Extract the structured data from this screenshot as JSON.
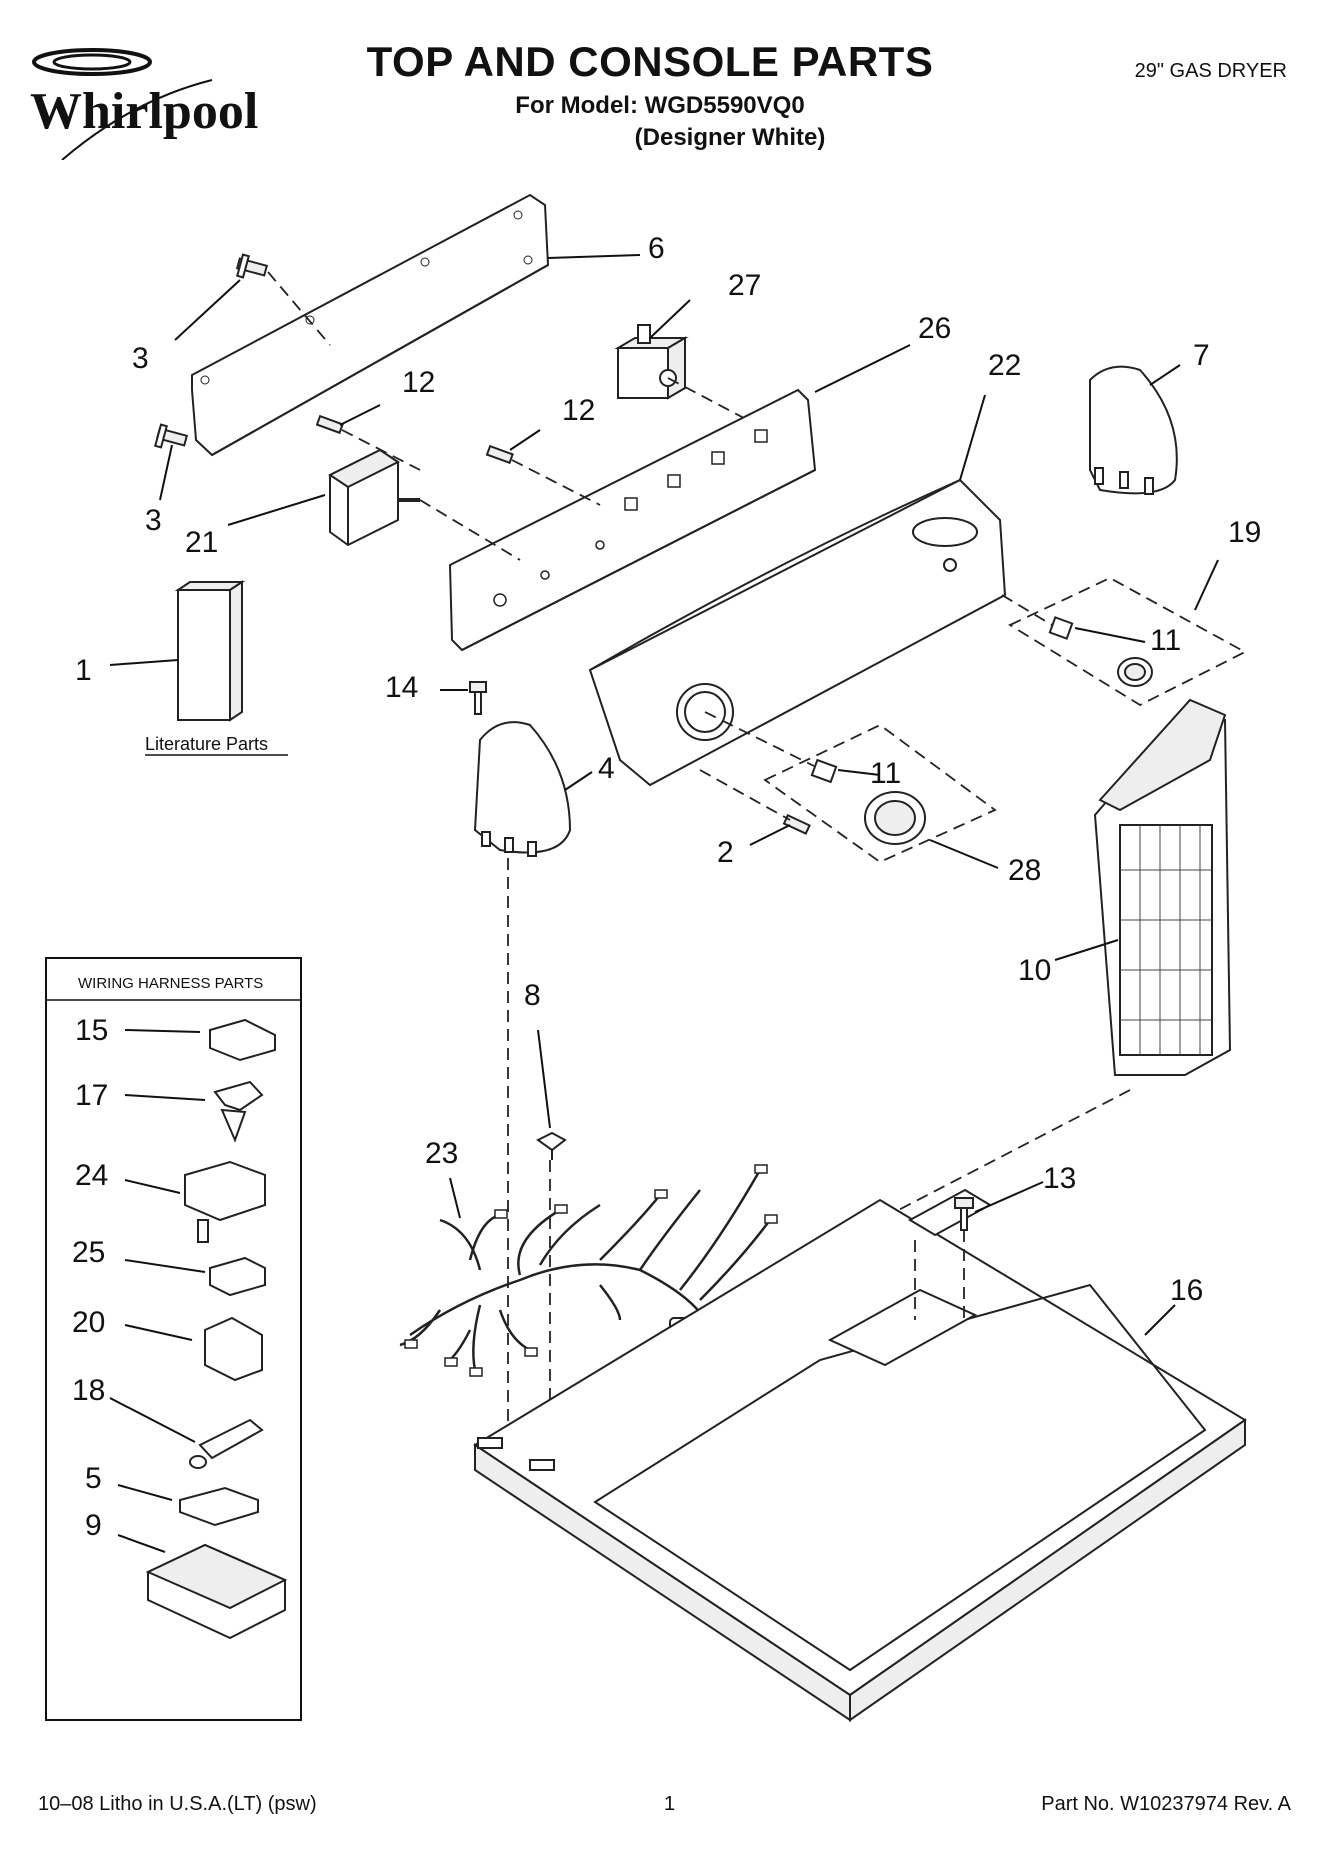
{
  "header": {
    "brand": "Whirlpool",
    "title": "TOP AND CONSOLE PARTS",
    "model_line": "For Model: WGD5590VQ0",
    "color_line": "(Designer White)",
    "product": "29\" GAS DRYER"
  },
  "literature_label": "Literature Parts",
  "wiring_box": {
    "title": "WIRING HARNESS PARTS",
    "items": [
      "15",
      "17",
      "24",
      "25",
      "20",
      "18",
      "5",
      "9"
    ]
  },
  "callouts": {
    "c1": "1",
    "c2": "2",
    "c3a": "3",
    "c3b": "3",
    "c4": "4",
    "c6": "6",
    "c7": "7",
    "c8": "8",
    "c10": "10",
    "c11a": "11",
    "c11b": "11",
    "c12a": "12",
    "c12b": "12",
    "c13": "13",
    "c14": "14",
    "c16": "16",
    "c19": "19",
    "c21": "21",
    "c22": "22",
    "c23": "23",
    "c26": "26",
    "c27": "27",
    "c28": "28"
  },
  "footer": {
    "left": "10–08 Litho in U.S.A.(LT) (psw)",
    "page": "1",
    "right": "Part No. W10237974 Rev. A"
  }
}
